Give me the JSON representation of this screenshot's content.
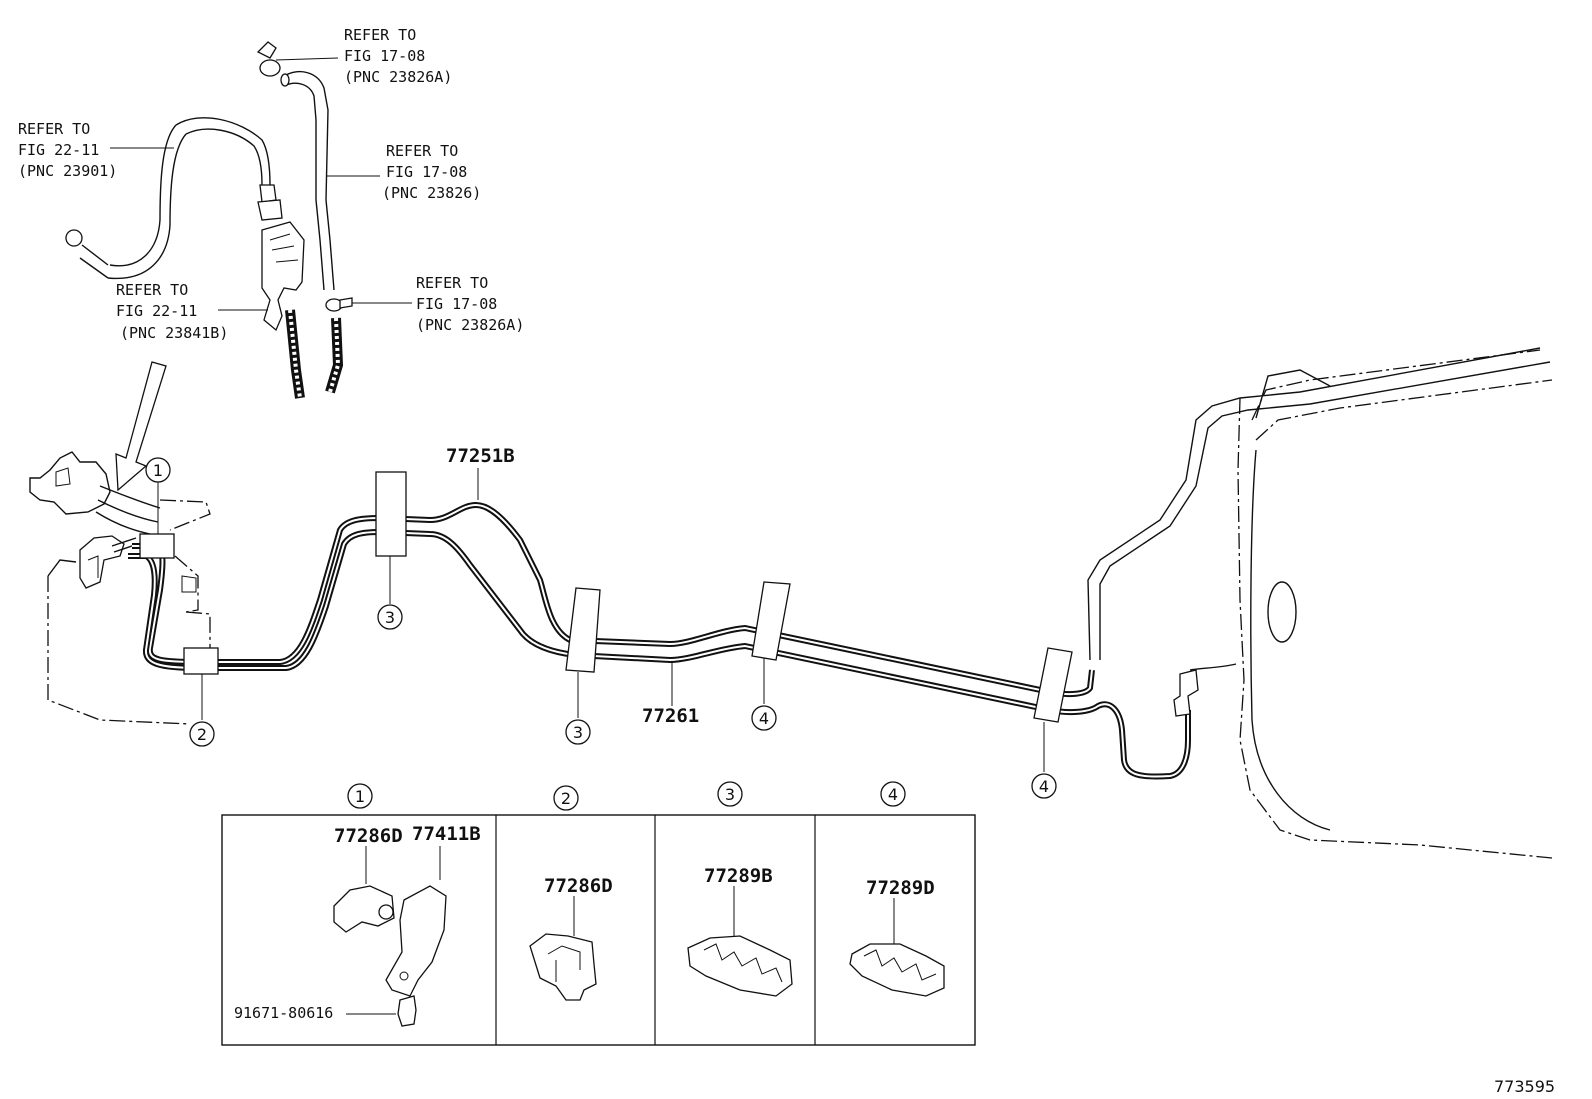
{
  "refs": [
    {
      "line1": "REFER TO",
      "line2": "FIG 17-08",
      "line3": "(PNC 23826A)"
    },
    {
      "line1": "REFER TO",
      "line2": "FIG 22-11",
      "line3": "(PNC 23901)"
    },
    {
      "line1": "REFER TO",
      "line2": "FIG 17-08",
      "line3": "(PNC 23826)"
    },
    {
      "line1": "REFER TO",
      "line2": "FIG 17-08",
      "line3": "(PNC 23826A)"
    },
    {
      "line1": "REFER TO",
      "line2": "FIG 22-11",
      "line3": "(PNC 23841B)"
    }
  ],
  "parts": {
    "tube_upper": "77251B",
    "tube_lower": "77261"
  },
  "callouts": {
    "c1": "1",
    "c2": "2",
    "c3": "3",
    "c4": "4"
  },
  "panels": [
    {
      "num": "1",
      "parts": [
        "77286D",
        "77411B"
      ],
      "bolt": "91671-80616"
    },
    {
      "num": "2",
      "parts": [
        "77286D"
      ]
    },
    {
      "num": "3",
      "parts": [
        "77289B"
      ]
    },
    {
      "num": "4",
      "parts": [
        "77289D"
      ]
    }
  ],
  "figure_id": "773595"
}
